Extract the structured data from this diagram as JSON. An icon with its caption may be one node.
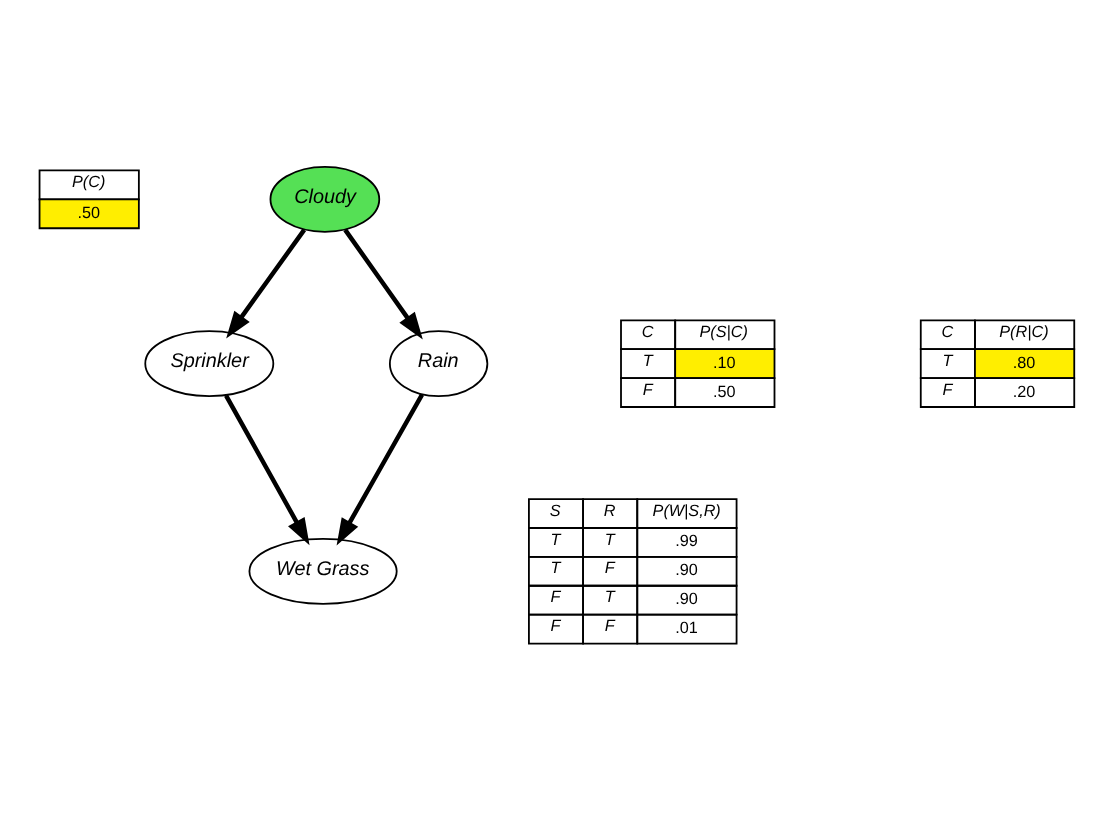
{
  "diagram": {
    "nodes": [
      {
        "text": [
          "Cloudy"
        ]
      },
      {
        "text": [
          "Sprinkler"
        ]
      },
      {
        "text": [
          "Rain"
        ]
      },
      {
        "text": [
          "Wet Grass"
        ]
      }
    ],
    "edges": [
      {
        "from": 0,
        "to": 1,
        "arrow": "to"
      },
      {
        "from": 0,
        "to": 2,
        "arrow": "to"
      },
      {
        "from": 1,
        "to": 3,
        "arrow": "to"
      },
      {
        "from": 2,
        "to": 3,
        "arrow": "to"
      }
    ],
    "labels": [
      "P(C)",
      ".50",
      "C",
      "P(S|C)",
      "T",
      ".10",
      "F",
      ".50",
      "C",
      "P(R|C)",
      "T",
      ".80",
      "F",
      ".20",
      "S",
      "R",
      "P(W|S,R)",
      "T",
      "T",
      ".99",
      "T",
      "F",
      ".90",
      "F",
      "T",
      ".90",
      "F",
      "F",
      ".01"
    ]
  }
}
